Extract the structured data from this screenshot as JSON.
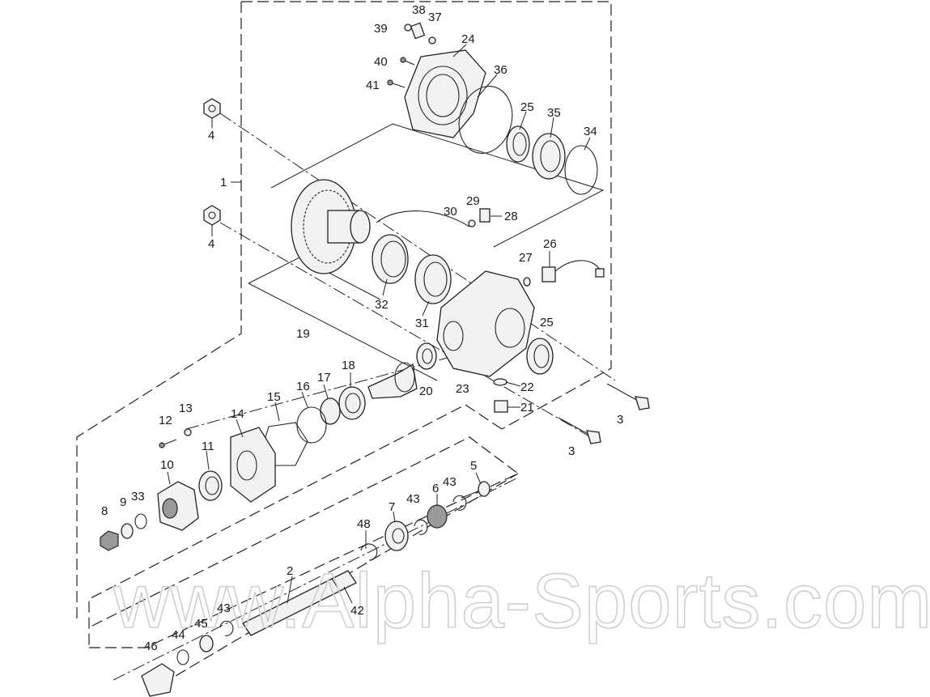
{
  "diagram": {
    "labels": [
      {
        "id": "39",
        "text": "39"
      },
      {
        "id": "38",
        "text": "38"
      },
      {
        "id": "37",
        "text": "37"
      },
      {
        "id": "24",
        "text": "24"
      },
      {
        "id": "40",
        "text": "40"
      },
      {
        "id": "41",
        "text": "41"
      },
      {
        "id": "36",
        "text": "36"
      },
      {
        "id": "25a",
        "text": "25"
      },
      {
        "id": "35",
        "text": "35"
      },
      {
        "id": "34",
        "text": "34"
      },
      {
        "id": "4a",
        "text": "4"
      },
      {
        "id": "1",
        "text": "1"
      },
      {
        "id": "30",
        "text": "30"
      },
      {
        "id": "29",
        "text": "29"
      },
      {
        "id": "28",
        "text": "28"
      },
      {
        "id": "4b",
        "text": "4"
      },
      {
        "id": "26",
        "text": "26"
      },
      {
        "id": "27",
        "text": "27"
      },
      {
        "id": "32",
        "text": "32"
      },
      {
        "id": "31",
        "text": "31"
      },
      {
        "id": "25b",
        "text": "25"
      },
      {
        "id": "19",
        "text": "19"
      },
      {
        "id": "18",
        "text": "18"
      },
      {
        "id": "20",
        "text": "20"
      },
      {
        "id": "23",
        "text": "23"
      },
      {
        "id": "22",
        "text": "22"
      },
      {
        "id": "17",
        "text": "17"
      },
      {
        "id": "16",
        "text": "16"
      },
      {
        "id": "15",
        "text": "15"
      },
      {
        "id": "21",
        "text": "21"
      },
      {
        "id": "3a",
        "text": "3"
      },
      {
        "id": "14",
        "text": "14"
      },
      {
        "id": "12",
        "text": "12"
      },
      {
        "id": "13",
        "text": "13"
      },
      {
        "id": "3b",
        "text": "3"
      },
      {
        "id": "11",
        "text": "11"
      },
      {
        "id": "10",
        "text": "10"
      },
      {
        "id": "5",
        "text": "5"
      },
      {
        "id": "6",
        "text": "6"
      },
      {
        "id": "43a",
        "text": "43"
      },
      {
        "id": "43b",
        "text": "43"
      },
      {
        "id": "7",
        "text": "7"
      },
      {
        "id": "33",
        "text": "33"
      },
      {
        "id": "9",
        "text": "9"
      },
      {
        "id": "8",
        "text": "8"
      },
      {
        "id": "48",
        "text": "48"
      },
      {
        "id": "2",
        "text": "2"
      },
      {
        "id": "42",
        "text": "42"
      },
      {
        "id": "43c",
        "text": "43"
      },
      {
        "id": "45",
        "text": "45"
      },
      {
        "id": "44",
        "text": "44"
      },
      {
        "id": "46",
        "text": "46"
      }
    ],
    "watermark": "www.Alpha-Sports.com"
  }
}
